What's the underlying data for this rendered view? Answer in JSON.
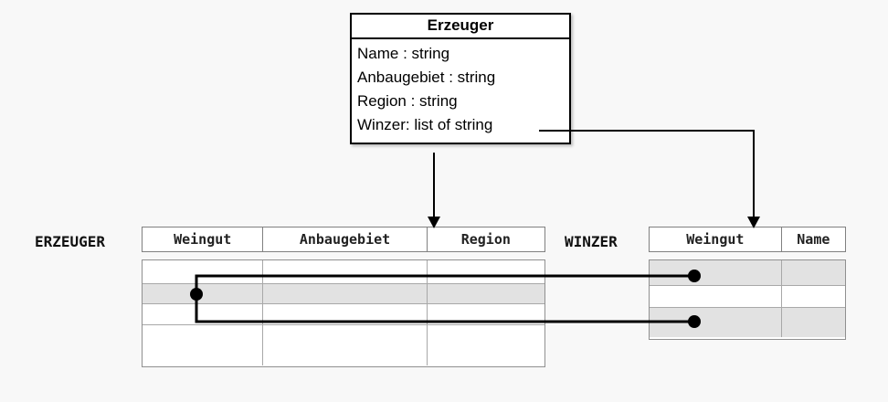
{
  "class_box": {
    "title": "Erzeuger",
    "attributes": [
      "Name : string",
      "Anbaugebiet : string",
      "Region : string",
      "Winzer: list of string"
    ]
  },
  "tables": {
    "erzeuger": {
      "label": "ERZEUGER",
      "columns": [
        "Weingut",
        "Anbaugebiet",
        "Region"
      ]
    },
    "winzer": {
      "label": "WINZER",
      "columns": [
        "Weingut",
        "Name"
      ]
    }
  },
  "colors": {
    "background": "#f8f8f8",
    "row_shade": "#e2e2e2",
    "table_border": "#909090",
    "line": "#000000"
  }
}
